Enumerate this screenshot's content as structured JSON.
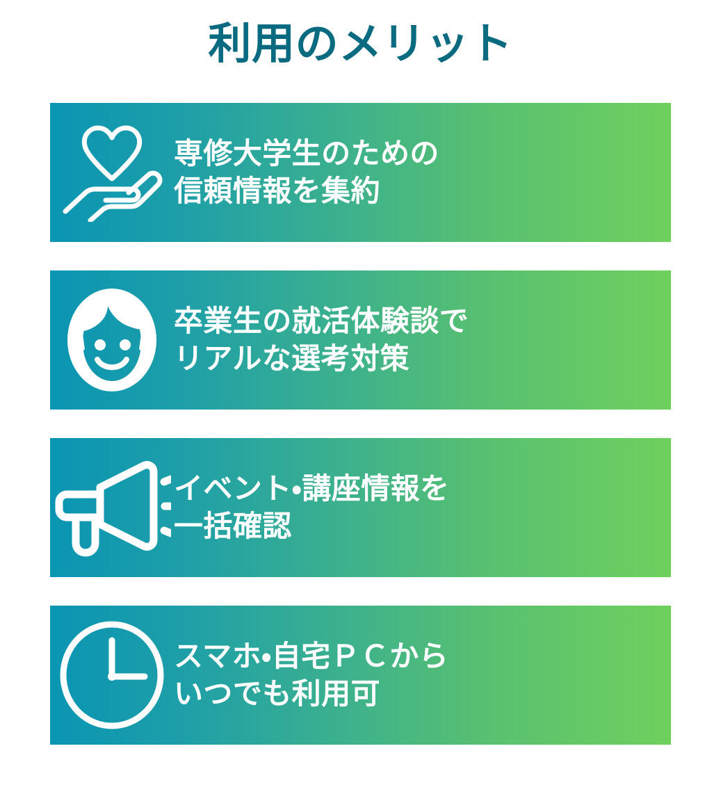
{
  "page": {
    "title": "利用のメリット",
    "title_color": "#0a6b80",
    "background_color": "#ffffff"
  },
  "theme": {
    "gradient_start": "#0a95b3",
    "gradient_end": "#6fd05e",
    "card_text_color": "#ffffff"
  },
  "benefits": [
    {
      "icon": "heart-in-hand-icon",
      "line1": "専修大学生のための",
      "line2": "信頼情報を集約"
    },
    {
      "icon": "smiling-face-icon",
      "line1": "卒業生の就活体験談で",
      "line2": "リアルな選考対策"
    },
    {
      "icon": "megaphone-icon",
      "line1": "イベント・講座情報を",
      "line2": "一括確認"
    },
    {
      "icon": "clock-icon",
      "line1": "スマホ・自宅ＰＣから",
      "line2": "いつでも利用可"
    }
  ]
}
